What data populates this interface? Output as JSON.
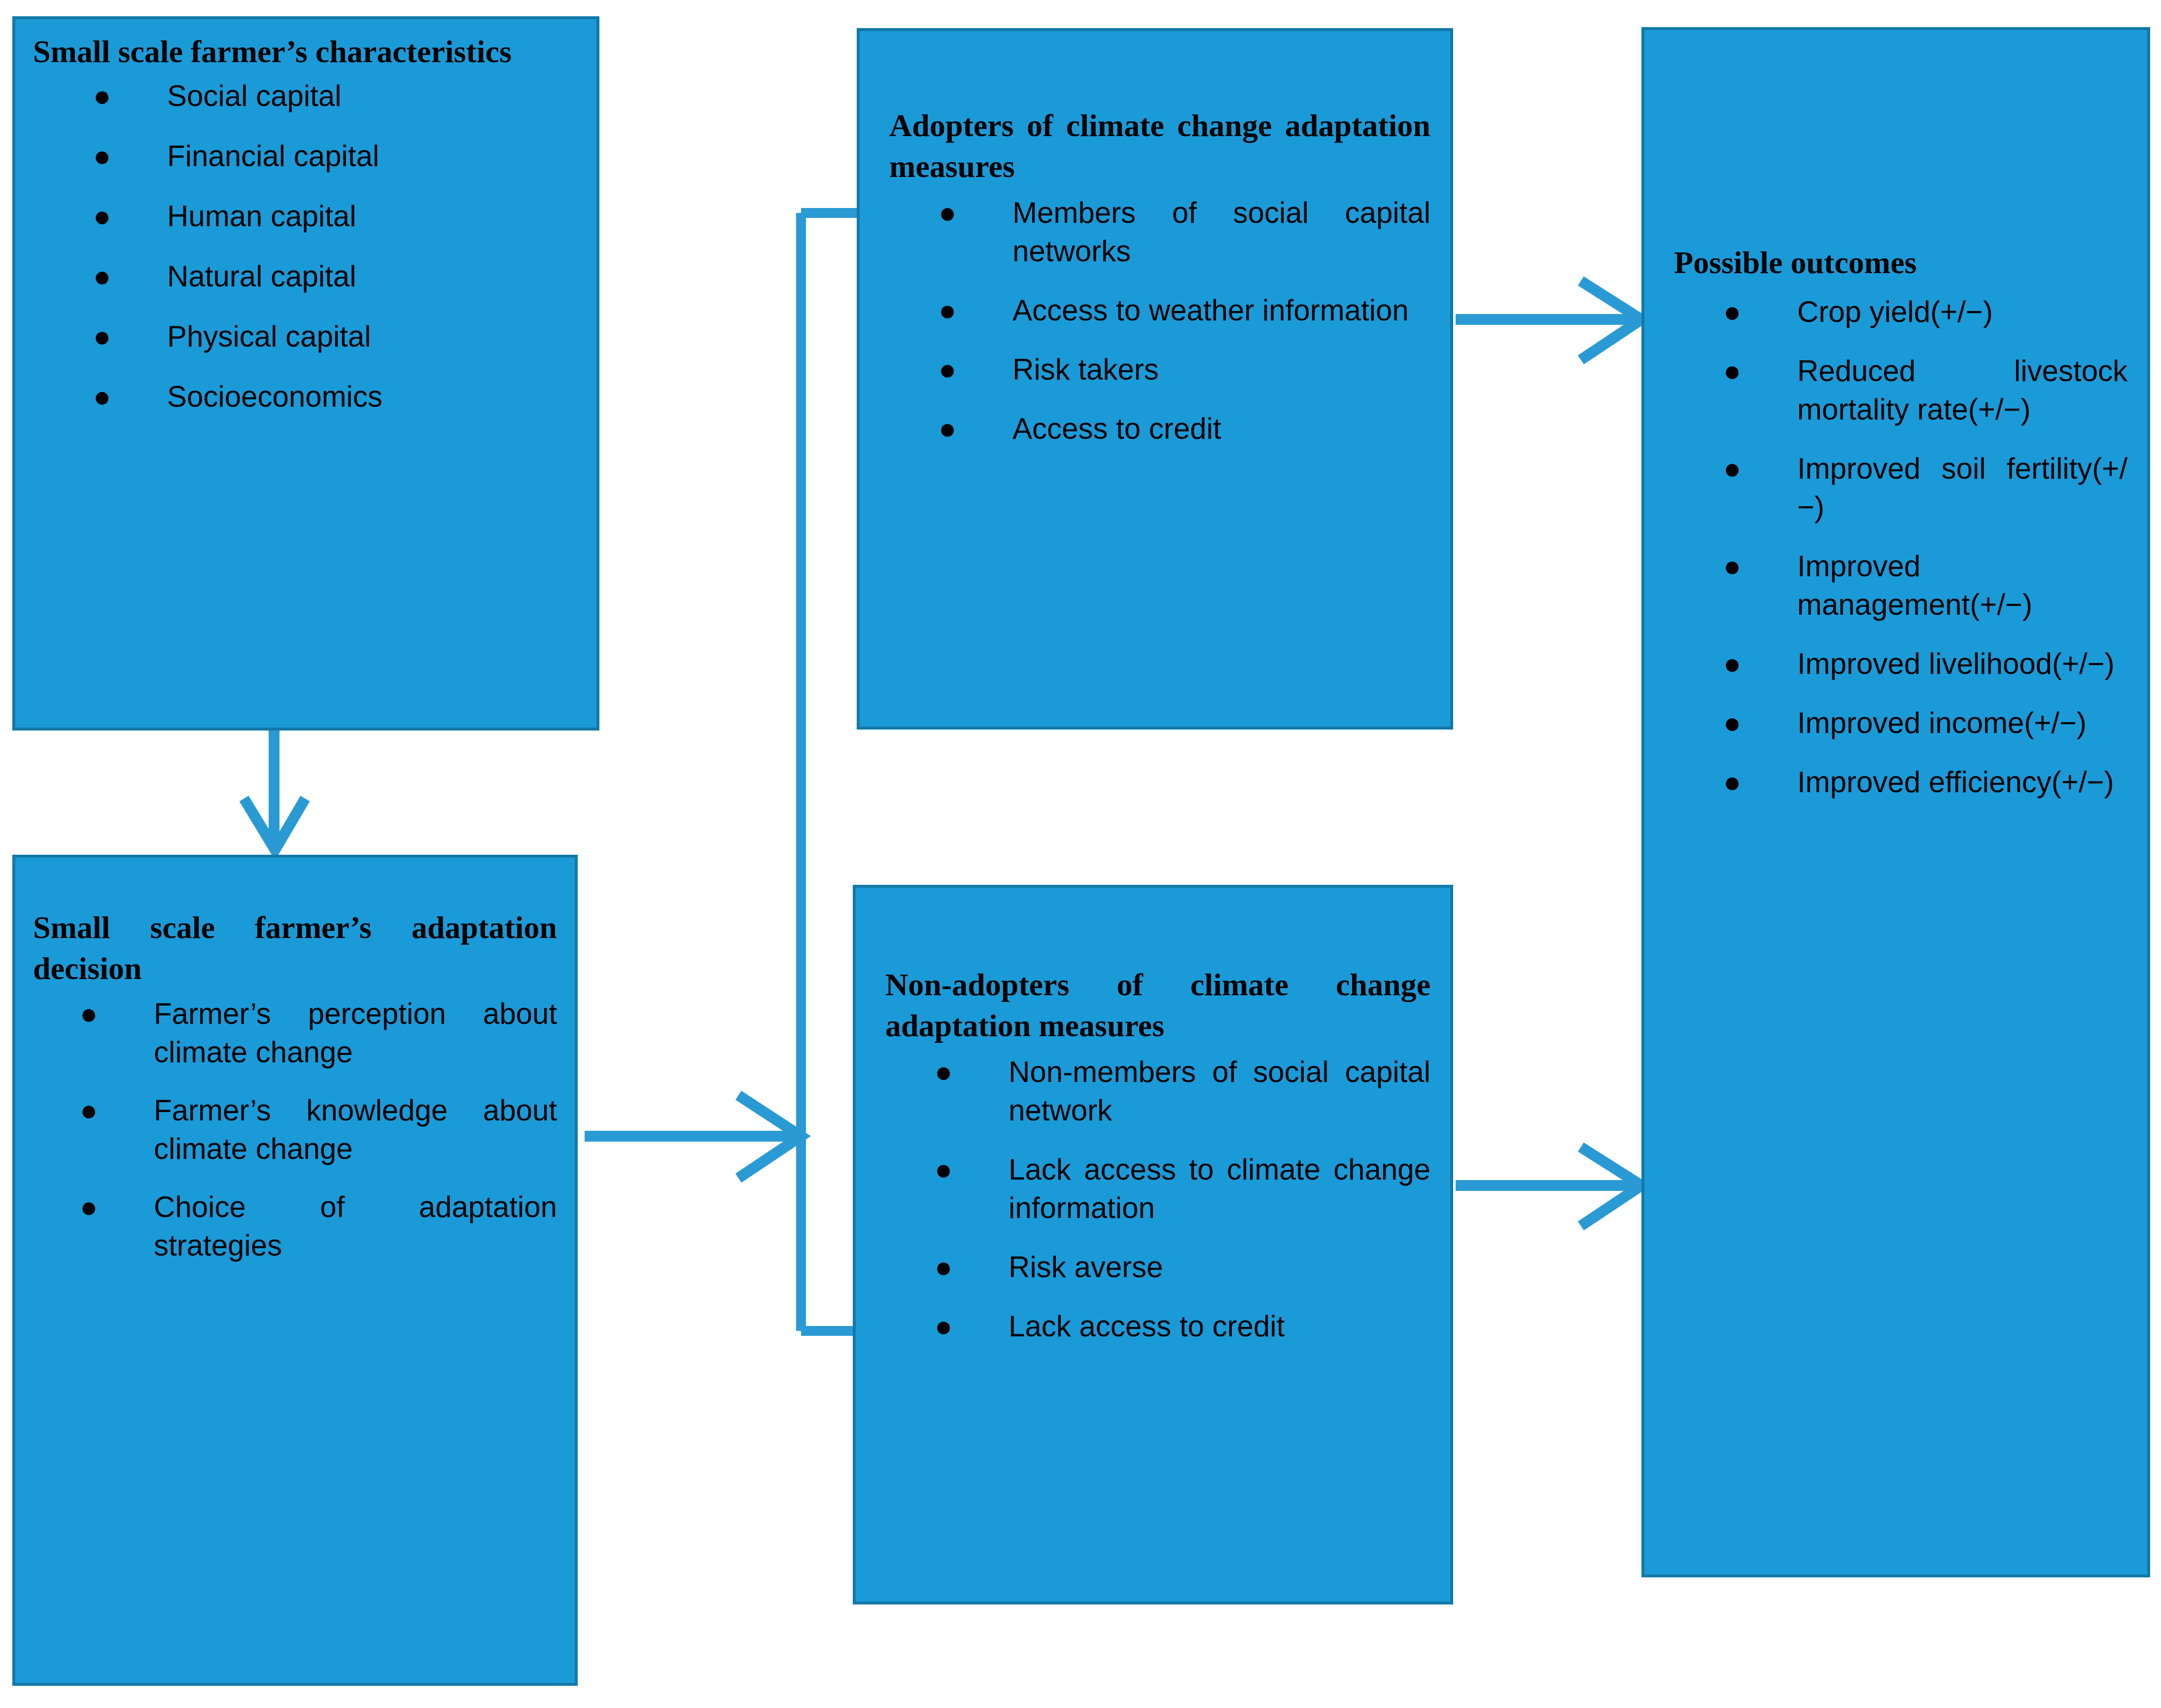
{
  "diagram": {
    "accent_color": "#1b9ad8",
    "border_color": "#1279a8",
    "arrow_color": "#2a9ad5",
    "text_color": "#000000",
    "background": "#ffffff"
  },
  "boxes": {
    "characteristics": {
      "title": "Small scale farmer’s characteristics",
      "bullets": [
        "Social capital",
        "Financial capital",
        "Human capital",
        "Natural capital",
        "Physical capital",
        "Socioeconomics"
      ]
    },
    "decision": {
      "title": "Small scale farmer’s adaptation decision",
      "bullets": [
        "Farmer’s perception about climate change",
        "Farmer’s knowledge about climate change",
        "Choice of adaptation strategies"
      ]
    },
    "adopters": {
      "title": "Adopters of climate change adaptation measures",
      "bullets": [
        "Members of social capital networks",
        "Access to weather information",
        "Risk takers",
        "Access to credit"
      ]
    },
    "nonadopters": {
      "title": "Non-adopters of climate change adaptation measures",
      "bullets": [
        "Non-members of social capital network",
        "Lack access to climate change information",
        "Risk averse",
        "Lack access to credit"
      ]
    },
    "outcomes": {
      "title": "Possible outcomes",
      "bullets": [
        "Crop yield(+/−)",
        "Reduced livestock mortality rate(+/−)",
        "Improved soil fertility(+/−)",
        "Improved management(+/−)",
        "Improved livelihood(+/−)",
        "Improved income(+/−)",
        "Improved efficiency(+/−)"
      ]
    }
  },
  "bullet_glyph": "●",
  "connectors": [
    {
      "name": "characteristics-to-decision",
      "kind": "arrow-down"
    },
    {
      "name": "decision-to-split",
      "kind": "arrow-right"
    },
    {
      "name": "split-to-adopters",
      "kind": "elbow-up"
    },
    {
      "name": "split-to-nonadopters",
      "kind": "elbow-down"
    },
    {
      "name": "adopters-to-outcomes",
      "kind": "arrow-right"
    },
    {
      "name": "nonadopters-to-outcomes",
      "kind": "arrow-right"
    }
  ]
}
